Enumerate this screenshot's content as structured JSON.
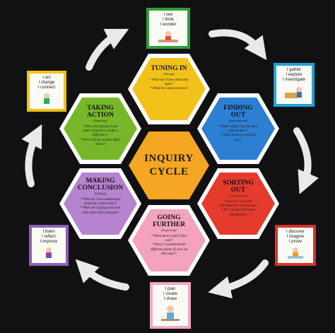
{
  "center": {
    "line1": "INQUIRY",
    "line2": "CYCLE",
    "color": "#f5a623"
  },
  "stages": [
    {
      "key": "tuning",
      "title_lines": [
        "TUNING IN"
      ],
      "subtitle": "(Tuning)",
      "questions": [
        "* What do I know about the topic?",
        "* What do I want to know?"
      ],
      "color": "#f2c21b",
      "card": {
        "lines": [
          "I see",
          "I think",
          "I wonder"
        ],
        "border": "#2e9e3a"
      }
    },
    {
      "key": "finding",
      "title_lines": [
        "FINDING OUT"
      ],
      "subtitle": "(Investigating)",
      "questions": [
        "* Where might I go for more information?",
        "* What resources might I use?"
      ],
      "color": "#2d7fd3",
      "card": {
        "lines": [
          "I gather",
          "I explore",
          "I investigate"
        ],
        "border": "#1fa3d8"
      }
    },
    {
      "key": "sorting",
      "title_lines": [
        "SORTING OUT"
      ],
      "subtitle": "(Categorizing)",
      "questions": [
        "* How can I sort the information I have found?",
        "* Do I need to find more information?"
      ],
      "color": "#e53b2c",
      "card": {
        "lines": [
          "I discover",
          "I imagine",
          "I prove"
        ],
        "border": "#d9322a"
      }
    },
    {
      "key": "going",
      "title_lines": [
        "GOING",
        "FURTHER"
      ],
      "subtitle": "(Exploring)",
      "questions": [
        "* What more could I find out?",
        "* Have I considered the different points of view on this topic?"
      ],
      "color": "#f3a3bd",
      "card": {
        "lines": [
          "I plan",
          "I create",
          "I share"
        ],
        "border": "#f2a8c3"
      }
    },
    {
      "key": "making",
      "title_lines": [
        "MAKING",
        "CONCLUSION"
      ],
      "subtitle": "(Linking)",
      "questions": [
        "* What do I now understand about the central idea?",
        "* What am I going to do now with what I have learned?"
      ],
      "color": "#b583cf",
      "card": {
        "lines": [
          "I listen",
          "I reflect",
          "I improve"
        ],
        "border": "#8e5fb8"
      }
    },
    {
      "key": "taking",
      "title_lines": [
        "TAKING ACTION"
      ],
      "subtitle": "(Applying)",
      "questions": [
        "* How am I going to use what I learned to make a difference?",
        "* How will my actions affect others?"
      ],
      "color": "#76b82a",
      "card": {
        "lines": [
          "I act",
          "I change",
          "I connect"
        ],
        "border": "#f1c40f"
      }
    }
  ],
  "icons": {
    "arrow": "curved-arrow-icon",
    "student": "student-illustration-icon"
  }
}
